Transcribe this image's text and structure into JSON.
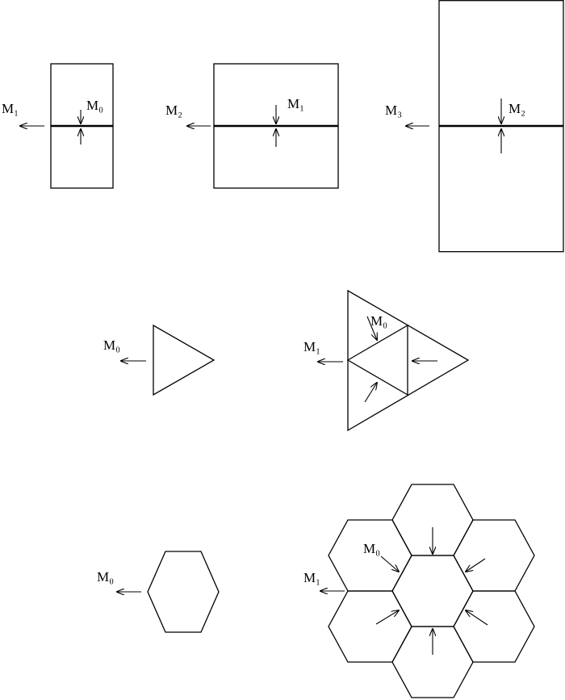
{
  "figure": {
    "rectangles": {
      "first": {
        "out_label": "M₁",
        "in_label": "M₀"
      },
      "second": {
        "out_label": "M₂",
        "in_label": "M₁"
      },
      "third": {
        "out_label": "M₃",
        "in_label": "M₂"
      }
    },
    "triangles": {
      "single": {
        "out_label": "M₀"
      },
      "subdivided": {
        "out_label": "M₁",
        "in_label": "M₀"
      }
    },
    "hexagons": {
      "single": {
        "out_label": "M₀"
      },
      "cluster": {
        "out_label": "M₁",
        "in_label": "M₀"
      }
    }
  }
}
